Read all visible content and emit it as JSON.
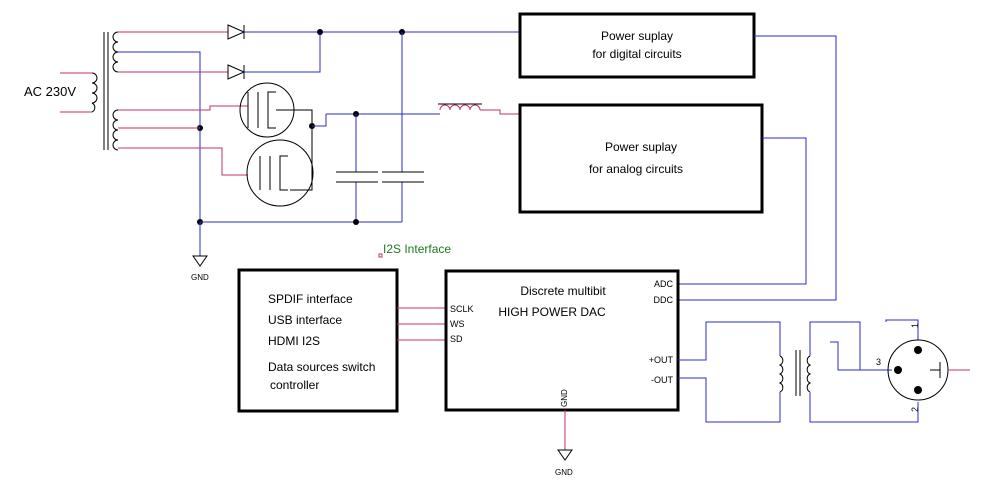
{
  "mains": {
    "label": "AC 230V"
  },
  "psu_digital": {
    "line1": "Power suplay",
    "line2": "for digital circuits"
  },
  "psu_analog": {
    "line1": "Power suplay",
    "line2": "for analog circuits"
  },
  "i2s": {
    "label": "I2S Interface"
  },
  "sources": {
    "line1": "SPDIF interface",
    "line2": "USB interface",
    "line3": "HDMI I2S",
    "line4": "Data sources switch",
    "line5": "controller"
  },
  "dac": {
    "title1": "Discrete multibit",
    "title2": "HIGH POWER DAC",
    "pins": {
      "sclk": "SCLK",
      "ws": "WS",
      "sd": "SD",
      "adc": "ADC",
      "ddc": "DDC",
      "plus_out": "+OUT",
      "minus_out": "-OUT",
      "gnd": "GND"
    }
  },
  "ground": {
    "label": "GND"
  },
  "xlr": {
    "pin1": "1",
    "pin2": "2",
    "pin3": "3"
  },
  "colors": {
    "wire_blue": "#2b2bd0",
    "wire_red": "#c0306a",
    "label_green": "#1e7a1e"
  }
}
